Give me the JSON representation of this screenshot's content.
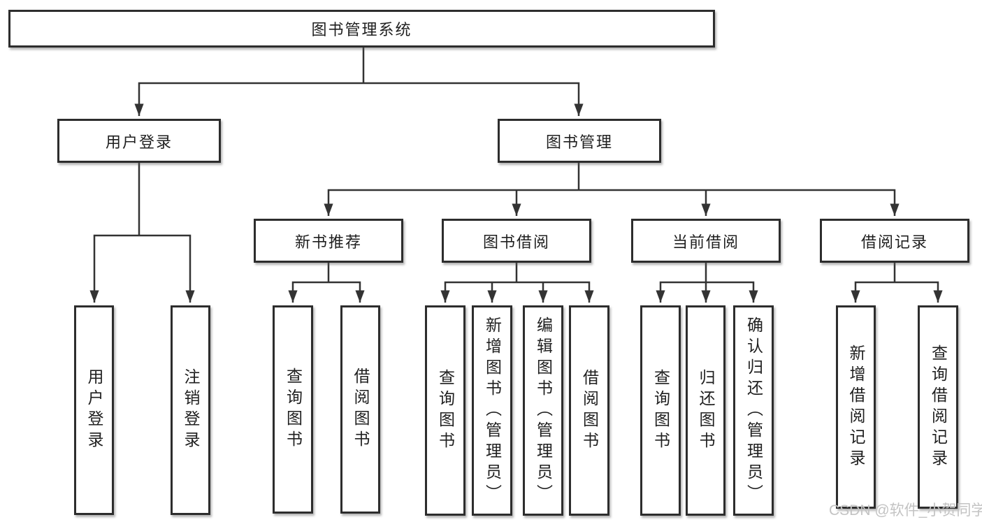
{
  "diagram": {
    "root": "图书管理系统",
    "branches": [
      {
        "label": "用户登录",
        "leaves": [
          "用户登录",
          "注销登录"
        ]
      },
      {
        "label": "图书管理",
        "groups": [
          {
            "label": "新书推荐",
            "leaves": [
              "查询图书",
              "借阅图书"
            ]
          },
          {
            "label": "图书借阅",
            "leaves": [
              "查询图书",
              "新增图书（管理员）",
              "编辑图书（管理员）",
              "借阅图书"
            ]
          },
          {
            "label": "当前借阅",
            "leaves": [
              "查询图书",
              "归还图书",
              "确认归还（管理员）"
            ]
          },
          {
            "label": "借阅记录",
            "leaves": [
              "新增借阅记录",
              "查询借阅记录"
            ]
          }
        ]
      }
    ]
  },
  "watermark": "CSDN @软件_小贺同学",
  "colors": {
    "line": "#333333",
    "box_border": "#2d2d2d",
    "text": "#1f1f1f",
    "watermark": "#c3c3c3",
    "background": "#ffffff"
  }
}
